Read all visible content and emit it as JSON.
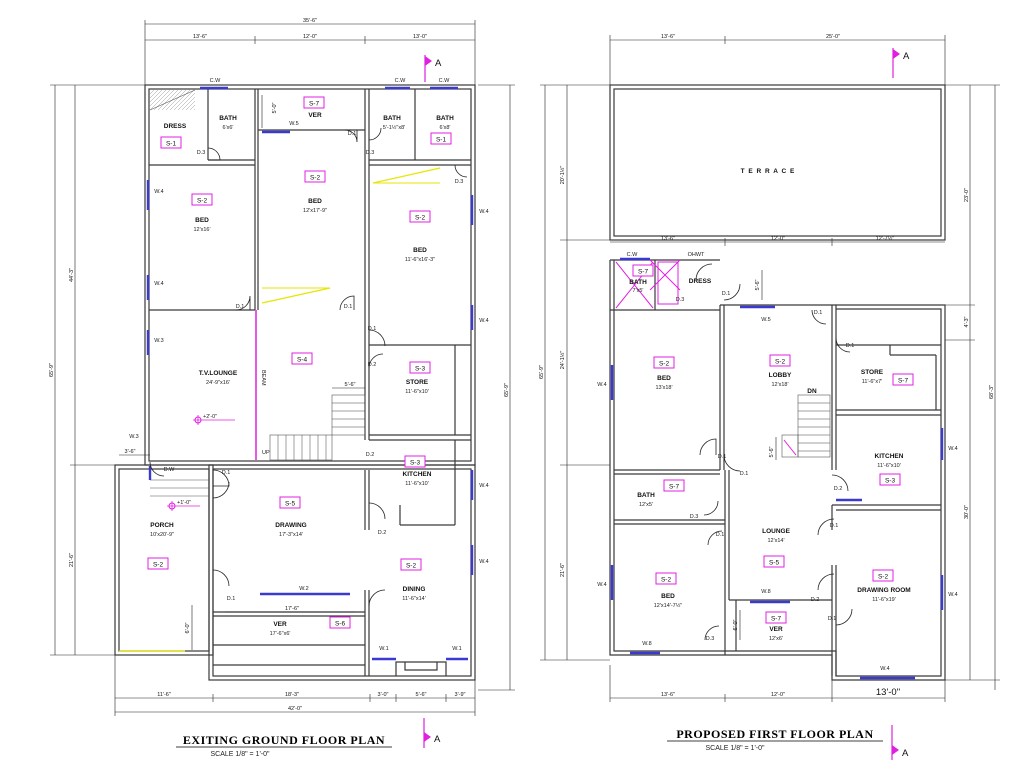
{
  "ground_floor": {
    "title": "EXITING GROUND FLOOR PLAN",
    "scale": "SCALE 1/8\" = 1'-0\"",
    "rooms": {
      "dress": "DRESS",
      "bath1": "BATH",
      "bath1_size": "6'x6'",
      "ver_top": "VER",
      "bath2": "BATH",
      "bath2_size": "5'-1½\"x8'",
      "bath3": "BATH",
      "bath3_size": "6'x8'",
      "bed1": "BED",
      "bed1_size": "12'x16'",
      "bed2": "BED",
      "bed2_size": "12'x17'-9\"",
      "bed3": "BED",
      "bed3_size": "11'-6\"x16'-3\"",
      "tv_lounge": "T.V.LOUNGE",
      "tv_lounge_size": "24'-9\"x16'",
      "beam": "BEAM",
      "store": "STORE",
      "store_size": "11'-6\"x10'",
      "kitchen": "KITCHEN",
      "kitchen_size": "11'-6\"x10'",
      "porch": "PORCH",
      "porch_size": "10'x20'-9\"",
      "drawing": "DRAWING",
      "drawing_size": "17'-3\"x14'",
      "dining": "DINING",
      "dining_size": "11'-6\"x14'",
      "ver_bottom": "VER",
      "ver_bottom_size": "17'-6\"x6'",
      "up": "UP",
      "level1": "+2'-0\"",
      "level2": "+1'-0\""
    },
    "tags": {
      "s1a": "S-1",
      "s1b": "S-1",
      "s7": "S-7",
      "s2a": "S-2",
      "s2b": "S-2",
      "s2c": "S-2",
      "s4": "S-4",
      "s3a": "S-3",
      "s3b": "S-3",
      "s5": "S-5",
      "s2d": "S-2",
      "s2e": "S-2",
      "s6": "S-6"
    },
    "marks": {
      "cw1": "C.W",
      "cw2": "C.W",
      "cw3": "C.W",
      "d3a": "D.3",
      "d3b": "D.3",
      "d3c": "D.3",
      "d1a": "D.1",
      "d1b": "D.1",
      "d1c": "D.1",
      "d1d": "D.1",
      "d1e": "D.1",
      "d1f": "D.1",
      "d2a": "D.2",
      "d2b": "D.2",
      "d2c": "D.2",
      "dw": "D.W",
      "w4a": "W.4",
      "w4b": "W.4",
      "w4c": "W.4",
      "w4d": "W.4",
      "w4e": "W.4",
      "w4f": "W.4",
      "w3a": "W.3",
      "w3b": "W.3",
      "w2": "W.2",
      "w1a": "W.1",
      "w1b": "W.1",
      "w5": "W.5"
    },
    "dims": {
      "top_total": "35'-6\"",
      "top_a": "13'-6\"",
      "top_b": "12'-0\"",
      "top_c": "13'-0\"",
      "left_total": "44'-3\"",
      "left_full": "65'-9\"",
      "left_porch": "21'-6\"",
      "right_total": "65'-9\"",
      "bot_a": "11'-6\"",
      "bot_b": "18'-3\"",
      "bot_c": "3'-0\"",
      "bot_d": "5'-6\"",
      "bot_e": "3'-9\"",
      "bot_total": "42'-0\"",
      "porch_w": "3'-6\"",
      "stair_w": "5'-6\"",
      "ver_w": "5'-0\"",
      "ver_h": "17'-6\"",
      "ver_d": "6'-0\""
    }
  },
  "first_floor": {
    "title": "PROPOSED FIRST FLOOR PLAN",
    "scale": "SCALE 1/8\" = 1'-0\"",
    "rooms": {
      "terrace": "T E R R A C E",
      "bath1": "BATH",
      "bath1_size": "7'x5'",
      "dress": "DRESS",
      "ohwt": "OHWT",
      "bed1": "BED",
      "bed1_size": "13'x18'",
      "lobby": "LOBBY",
      "lobby_size": "12'x18'",
      "dn": "DN",
      "store": "STORE",
      "store_size": "11'-6\"x7'",
      "kitchen": "KITCHEN",
      "kitchen_size": "11'-6\"x10'",
      "bath2": "BATH",
      "bath2_size": "12'x5'",
      "lounge": "LOUNGE",
      "lounge_size": "12'x14'",
      "bed2": "BED",
      "bed2_size": "12'x14'-7½\"",
      "drawing": "DRAWING ROOM",
      "drawing_size": "11'-6\"x19'",
      "ver": "VER",
      "ver_size": "12'x6'"
    },
    "tags": {
      "s7a": "S-7",
      "s2a": "S-2",
      "s2b": "S-2",
      "s7b": "S-7",
      "s3": "S-3",
      "s7c": "S-7",
      "s5": "S-5",
      "s2c": "S-2",
      "s2d": "S-2",
      "s7d": "S-7"
    },
    "marks": {
      "cw": "C.W",
      "d3a": "D.3",
      "d3b": "D.3",
      "d3c": "D.3",
      "d1a": "D.1",
      "d1b": "D.1",
      "d1c": "D.1",
      "d1d": "D.1",
      "d1e": "D.1",
      "d1f": "D.1",
      "d1g": "D.1",
      "d1h": "D.1",
      "d2a": "D.2",
      "d2b": "D.2",
      "w5": "W.5",
      "w4a": "W.4",
      "w4b": "W.4",
      "w4c": "W.4",
      "w4d": "W.4",
      "w4e": "W.4",
      "w8a": "W.8",
      "w8b": "W.8"
    },
    "dims": {
      "top_a": "13'-6\"",
      "top_b": "25'-0\"",
      "mid_a": "13'-6\"",
      "mid_b": "12'-0\"",
      "mid_c": "12'-7½\"",
      "left_terrace": "20'-1½\"",
      "left_total": "65'-9\"",
      "left_mid": "24'-1½\"",
      "left_bot": "21'-6\"",
      "right_terrace": "23'-0\"",
      "right_a": "4'-3\"",
      "right_b": "30'-0\"",
      "right_total": "68'-3\"",
      "bot_a": "13'-6\"",
      "bot_b": "12'-0\"",
      "bot_c": "13'-0\"",
      "stair": "5'-6\"",
      "dress_w": "5'-6\"",
      "ver_d": "6'-0\""
    }
  },
  "section_marker": "A"
}
